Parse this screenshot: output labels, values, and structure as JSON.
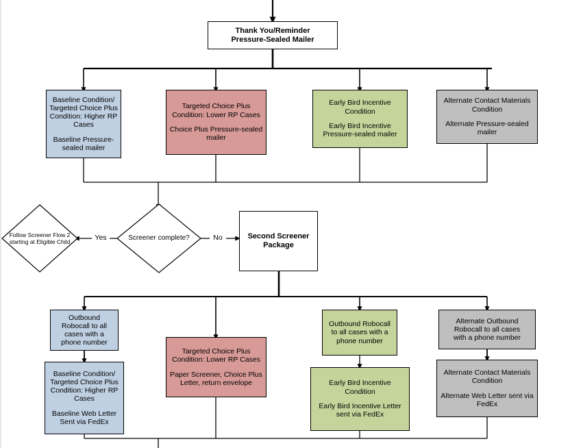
{
  "diagram": {
    "title": "Screener Flow - Thank You/Reminder Mailer Branch",
    "type": "flowchart",
    "colors": {
      "baseline": "#bfd0e3",
      "choice_plus": "#d79a96",
      "early_bird": "#c4d49b",
      "alternate": "#bfbfbf",
      "process": "#ffffff",
      "line": "#000000"
    }
  },
  "nodes": {
    "thank_you_mailer": {
      "line1": "Thank You/Reminder",
      "line2": "Pressure-Sealed Mailer"
    },
    "row1": {
      "baseline": {
        "l1": "Baseline Condition/",
        "l2": "Targeted Choice Plus",
        "l3": "Condition: Higher RP",
        "l4": "Cases",
        "l5": "Baseline Pressure-",
        "l6": "sealed mailer"
      },
      "choice_plus": {
        "l1": "Targeted Choice Plus",
        "l2": "Condition: Lower RP Cases",
        "l3": "Choice Plus Pressure-sealed",
        "l4": "mailer"
      },
      "early_bird": {
        "l1": "Early Bird Incentive",
        "l2": "Condition",
        "l3": "Early Bird Incentive",
        "l4": "Pressure-sealed mailer"
      },
      "alternate": {
        "l1": "Alternate Contact Materials",
        "l2": "Condition",
        "l3": "Alternate Pressure-sealed",
        "l4": "mailer"
      }
    },
    "decision": {
      "screener_complete": "Screener complete?",
      "follow_flow": {
        "l1": "Follow",
        "l2": "Screener Flow 2",
        "l3": "starting at Eligible",
        "l4": "Child"
      },
      "yes_label": "Yes",
      "no_label": "No",
      "second_screener": {
        "l1": "Second Screener",
        "l2": "Package"
      }
    },
    "row2": {
      "baseline_robocall": {
        "l1": "Outbound",
        "l2": "Robocall to all",
        "l3": "cases with a",
        "l4": "phone number"
      },
      "baseline_letter": {
        "l1": "Baseline Condition/",
        "l2": "Targeted Choice Plus",
        "l3": "Condition: Higher RP",
        "l4": "Cases",
        "l5": "Baseline Web Letter",
        "l6": "Sent via FedEx"
      },
      "choice_plus_paper": {
        "l1": "Targeted Choice Plus",
        "l2": "Condition: Lower RP Cases",
        "l3": "Paper Screener, Choice Plus",
        "l4": "Letter, return envelope"
      },
      "early_bird_robocall": {
        "l1": "Outbound Robocall",
        "l2": "to all cases with a",
        "l3": "phone number"
      },
      "early_bird_letter": {
        "l1": "Early Bird Incentive",
        "l2": "Condition",
        "l3": "Early Bird Incentive Letter",
        "l4": "sent via FedEx"
      },
      "alternate_robocall": {
        "l1": "Alternate Outbound",
        "l2": "Robocall to all cases",
        "l3": "with a phone number"
      },
      "alternate_letter": {
        "l1": "Alternate Contact Materials",
        "l2": "Condition",
        "l3": "Alternate Web Letter sent via",
        "l4": "FedEx"
      }
    }
  }
}
